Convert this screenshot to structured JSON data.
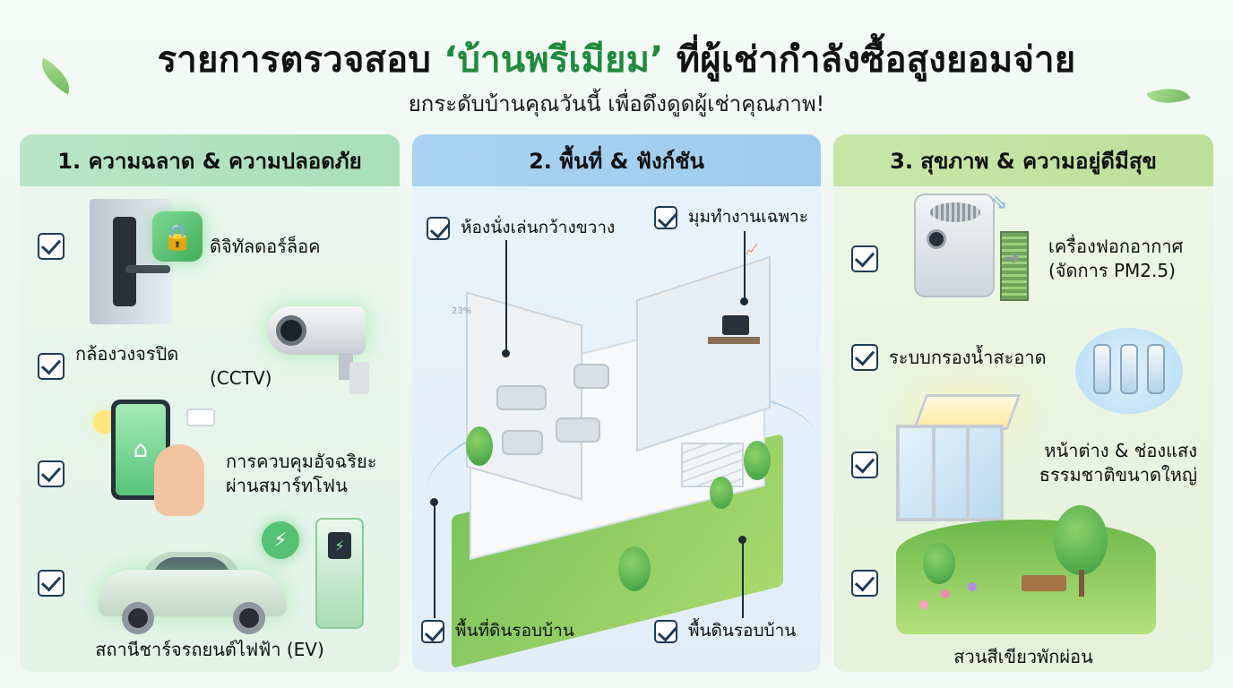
{
  "header": {
    "title_pre": "รายการตรวจสอบ ",
    "title_highlight": "‘บ้านพรีเมียม’",
    "title_post": " ที่ผู้เช่ากำลังซื้อสูงยอมจ่าย",
    "subtitle": "ยกระดับบ้านคุณวันนี้ เพื่อดึงดูดผู้เช่าคุณภาพ!"
  },
  "panels": [
    {
      "heading": "1. ความฉลาด & ความปลอดภัย",
      "items": [
        {
          "label": "ดิจิทัลดอร์ล็อค",
          "icon": "digital-door-lock"
        },
        {
          "label": "กล้องวงจรปิด",
          "label2": "(CCTV)",
          "icon": "cctv-camera"
        },
        {
          "label": "การควบคุมอัจฉริยะ",
          "label2": "ผ่านสมาร์ทโฟน",
          "icon": "smartphone-control"
        },
        {
          "label": "สถานีชาร์จรถยนต์ไฟฟ้า (EV)",
          "icon": "ev-charger"
        }
      ]
    },
    {
      "heading": "2. พื้นที่ & ฟังก์ชัน",
      "items": [
        {
          "label": "ห้องนั่งเล่นกว้างขวาง"
        },
        {
          "label": "มุมทำงานเฉพาะ"
        },
        {
          "label": "พื้นที่ดินรอบบ้าน"
        },
        {
          "label": "พื้นดินรอบบ้าน"
        }
      ],
      "chart_badge": "23%"
    },
    {
      "heading": "3. สุขภาพ & ความอยู่ดีมีสุข",
      "items": [
        {
          "label": "เครื่องฟอกอากาศ",
          "label2": "(จัดการ PM2.5)",
          "icon": "air-purifier"
        },
        {
          "label": "ระบบกรองน้ำสะอาด",
          "icon": "water-filter"
        },
        {
          "label": "หน้าต่าง & ช่องแสง",
          "label2": "ธรรมชาติขนาดใหญ่",
          "icon": "skylight-window"
        },
        {
          "label": "สวนสีเขียวพักผ่อน",
          "icon": "green-garden"
        }
      ]
    }
  ],
  "colors": {
    "accent_green": "#1f8a3c",
    "panel1_header": "#b9e5c6",
    "panel2_header": "#a9d3f1",
    "panel3_header": "#c9e6a9",
    "check": "#1f3b57"
  }
}
